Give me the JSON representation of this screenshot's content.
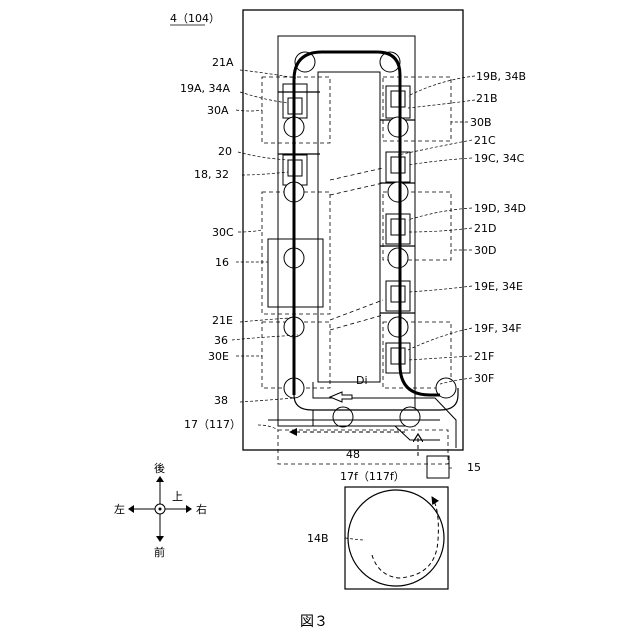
{
  "figure": {
    "caption": "図３",
    "title": "4（104）"
  },
  "labels": {
    "l21A": "21A",
    "l19A": "19A, 34A",
    "l30A": "30A",
    "l20": "20",
    "l18": "18, 32",
    "l30C": "30C",
    "l16": "16",
    "l21E": "21E",
    "l36": "36",
    "l30E": "30E",
    "l38": "38",
    "l17": "17（117）",
    "l48": "48",
    "l17f": "17f（117f）",
    "l14B": "14B",
    "l15": "15",
    "l19B": "19B, 34B",
    "l21B": "21B",
    "l30B": "30B",
    "l21C": "21C",
    "l19C": "19C, 34C",
    "l19D": "19D, 34D",
    "l21D": "21D",
    "l30D": "30D",
    "l19E": "19E, 34E",
    "l19F": "19F, 34F",
    "l21F": "21F",
    "l30F": "30F",
    "lDi": "Di"
  },
  "compass": {
    "back": "後",
    "front": "前",
    "left": "左",
    "right": "右",
    "up": "上"
  }
}
